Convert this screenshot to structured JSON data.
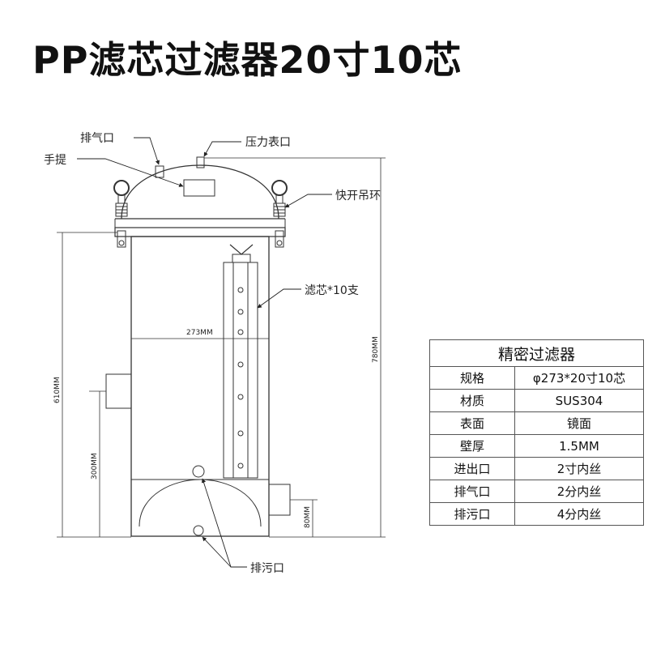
{
  "title": "PP滤芯过滤器20寸10芯",
  "labels": {
    "vent": "排气口",
    "gauge": "压力表口",
    "handle": "手提",
    "lifting_ring": "快开吊环",
    "cartridge": "滤芯*10支",
    "drain": "排污口"
  },
  "dimensions": {
    "diameter": "273MM",
    "height_610": "610MM",
    "height_780": "780MM",
    "height_300": "300MM",
    "height_80": "80MM"
  },
  "spec_table": {
    "header": "精密过滤器",
    "rows": [
      {
        "key": "规格",
        "value": "φ273*20寸10芯"
      },
      {
        "key": "材质",
        "value": "SUS304"
      },
      {
        "key": "表面",
        "value": "镜面"
      },
      {
        "key": "壁厚",
        "value": "1.5MM"
      },
      {
        "key": "进出口",
        "value": "2寸内丝"
      },
      {
        "key": "排气口",
        "value": "2分内丝"
      },
      {
        "key": "排污口",
        "value": "4分内丝"
      }
    ]
  }
}
